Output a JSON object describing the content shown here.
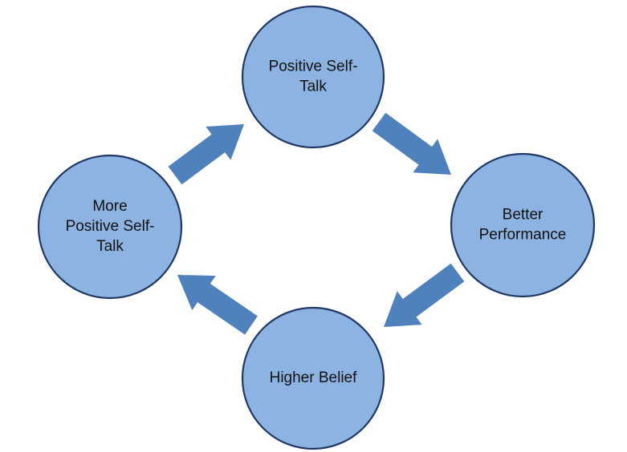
{
  "colors": {
    "node_fill": "#8DB3E2",
    "node_stroke": "#1F3864",
    "arrow_fill": "#4F81BD",
    "text": "#111111"
  },
  "nodes": [
    {
      "id": "positive-self-talk",
      "lines": [
        "Positive Self-",
        "Talk"
      ]
    },
    {
      "id": "better-performance",
      "lines": [
        "Better",
        "Performance"
      ]
    },
    {
      "id": "higher-belief",
      "lines": [
        "Higher Belief"
      ]
    },
    {
      "id": "more-positive-self-talk",
      "lines": [
        "More",
        "Positive Self-",
        "Talk"
      ]
    }
  ],
  "edges": [
    {
      "from": "positive-self-talk",
      "to": "better-performance"
    },
    {
      "from": "better-performance",
      "to": "higher-belief"
    },
    {
      "from": "higher-belief",
      "to": "more-positive-self-talk"
    },
    {
      "from": "more-positive-self-talk",
      "to": "positive-self-talk"
    }
  ]
}
